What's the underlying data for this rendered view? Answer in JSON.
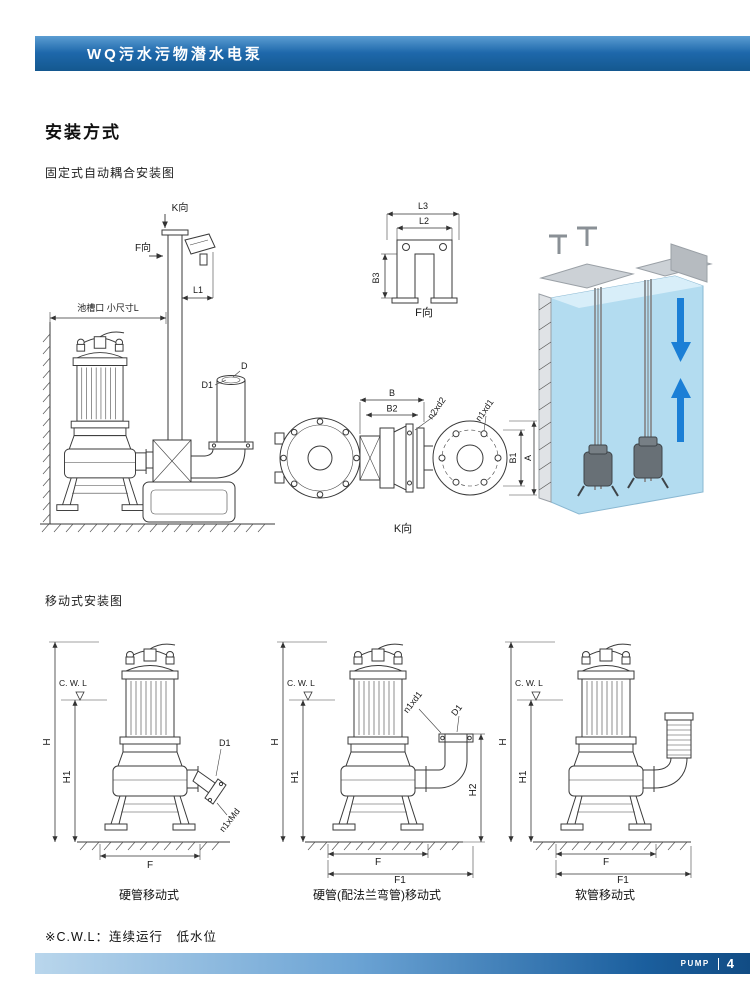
{
  "header": {
    "title": "WQ污水污物潜水电泵"
  },
  "titles": {
    "main": "安装方式",
    "fixed": "固定式自动耦合安装图",
    "mobile": "移动式安装图"
  },
  "fixed_labels": {
    "k_top": "K向",
    "f_left": "F向",
    "l1": "L1",
    "tank_l": "池槽口  小尺寸L",
    "d": "D",
    "d1": "D1",
    "l3": "L3",
    "l2": "L2",
    "b3": "B3",
    "f_view": "F向",
    "b": "B",
    "b2": "B2",
    "n2xd2": "n2xd2",
    "n1xd1": "n1xd1",
    "b1": "B1",
    "a": "A",
    "k_view": "K向"
  },
  "mobile": {
    "pumps": [
      {
        "caption": "硬管移动式",
        "cwl": "C. W. L",
        "h": "H",
        "h1": "H1",
        "f": "F",
        "d1": "D1",
        "bolt": "n1xMd"
      },
      {
        "caption": "硬管(配法兰弯管)移动式",
        "cwl": "C. W. L",
        "h": "H",
        "h1": "H1",
        "h2": "H2",
        "f": "F",
        "f1": "F1",
        "d1": "D1",
        "bolt": "n1xd1"
      },
      {
        "caption": "软管移动式",
        "cwl": "C. W. L",
        "h": "H",
        "h1": "H1",
        "f": "F",
        "f1": "F1"
      }
    ]
  },
  "note": "※C.W.L：连续运行　低水位",
  "footer": {
    "brand": "PUMP",
    "page": "4"
  }
}
